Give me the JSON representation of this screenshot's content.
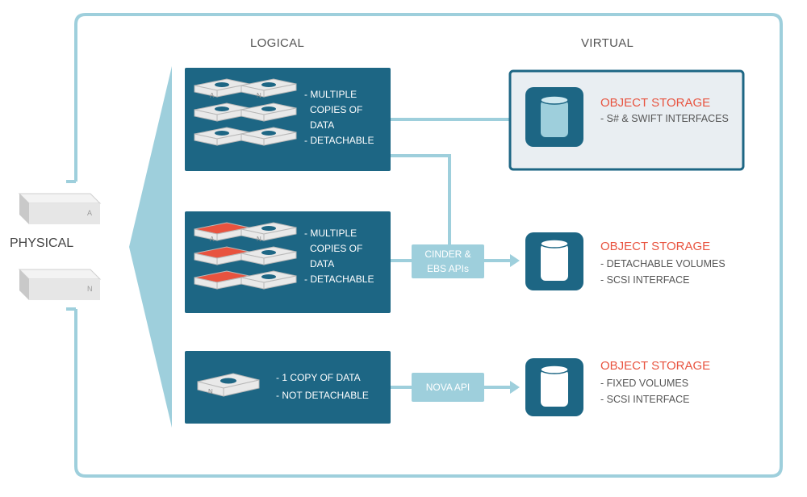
{
  "columns": {
    "logical": "LOGICAL",
    "virtual": "VIRTUAL"
  },
  "physical": {
    "label": "PHYSICAL",
    "drive_a": "A",
    "drive_n": "N"
  },
  "logical_panels": [
    {
      "lines": [
        "- MULTIPLE",
        "COPIES OF",
        "DATA",
        "- DETACHABLE"
      ],
      "drive_letters": [
        "A",
        "N"
      ]
    },
    {
      "lines": [
        "- MULTIPLE",
        "COPIES OF",
        "DATA",
        "- DETACHABLE"
      ],
      "drive_letters": [
        "A",
        "N"
      ]
    },
    {
      "lines": [
        "- 1 COPY OF DATA",
        "- NOT DETACHABLE"
      ],
      "drive_letters": [
        "N"
      ]
    }
  ],
  "apis": [
    {
      "lines": [
        "CINDER &",
        "EBS APIs"
      ]
    },
    {
      "lines": [
        "NOVA API"
      ]
    }
  ],
  "storage": [
    {
      "title": "OBJECT STORAGE",
      "lines": [
        "- S# & SWIFT INTERFACES"
      ]
    },
    {
      "title": "OBJECT STORAGE",
      "lines": [
        "- DETACHABLE VOLUMES",
        "- SCSI INTERFACE"
      ]
    },
    {
      "title": "OBJECT STORAGE",
      "lines": [
        "- FIXED VOLUMES",
        "- SCSI INTERFACE"
      ]
    }
  ],
  "colors": {
    "panel": "#1d6684",
    "frame": "#9ecfdc",
    "accent_red": "#e8533f",
    "highlight_bg": "#e9eef2"
  }
}
